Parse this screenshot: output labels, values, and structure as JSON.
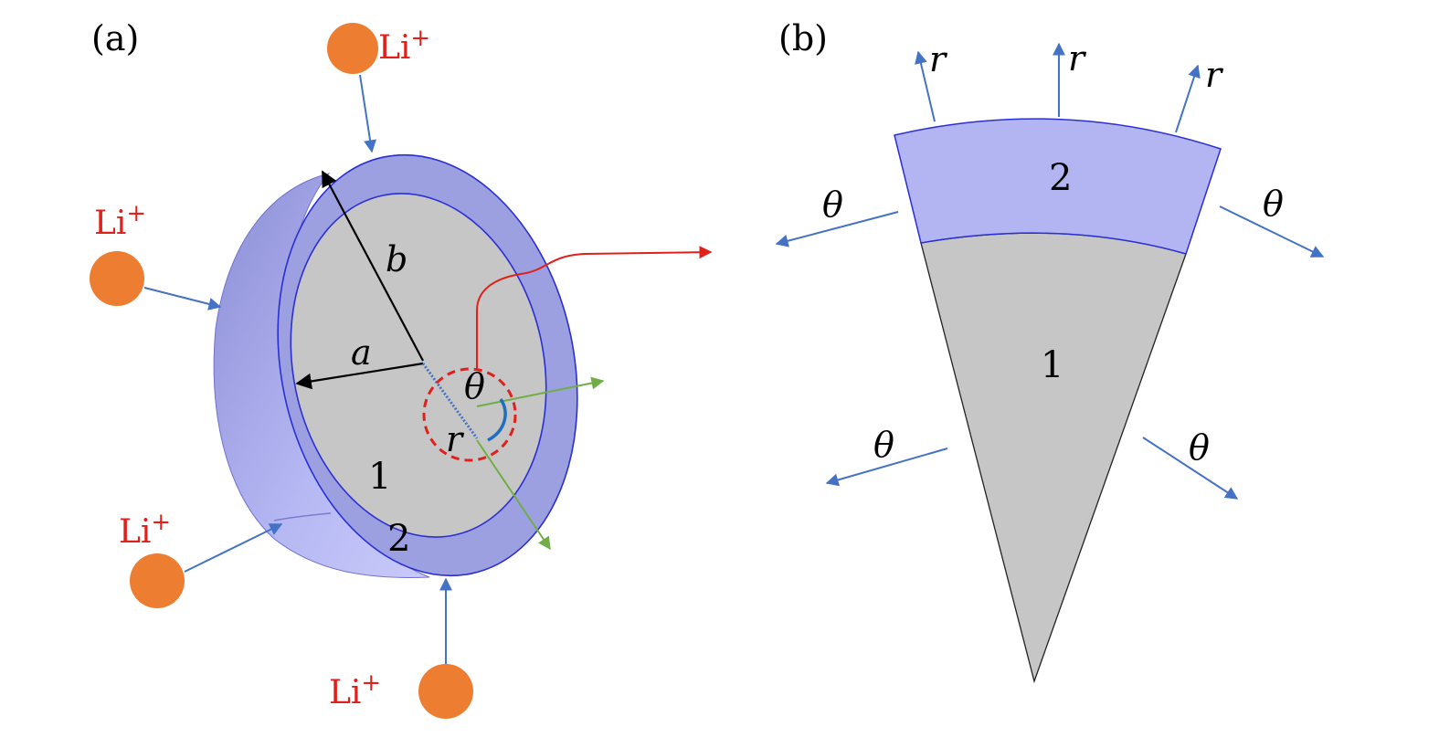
{
  "panel_a": {
    "label": "(a)",
    "ion_labels": [
      "Li+",
      "Li+",
      "Li+",
      "Li+"
    ],
    "ion_plain": "Li",
    "ion_charge": "+",
    "var_a": "a",
    "var_b": "b",
    "var_theta": "θ",
    "var_r": "r",
    "region_1": "1",
    "region_2": "2"
  },
  "panel_b": {
    "label": "(b)",
    "var_r": "r",
    "var_theta": "θ",
    "region_1": "1",
    "region_2": "2"
  },
  "colors": {
    "ion": "#ed7d31",
    "ion_text": "#e0201b",
    "shell": "#9c9fe0",
    "shell_light": "#b3b4f2",
    "core": "#c6c6c6",
    "blue_arrow": "#4472c4",
    "green_arrow": "#70ad47",
    "red_line": "#e0201b"
  }
}
